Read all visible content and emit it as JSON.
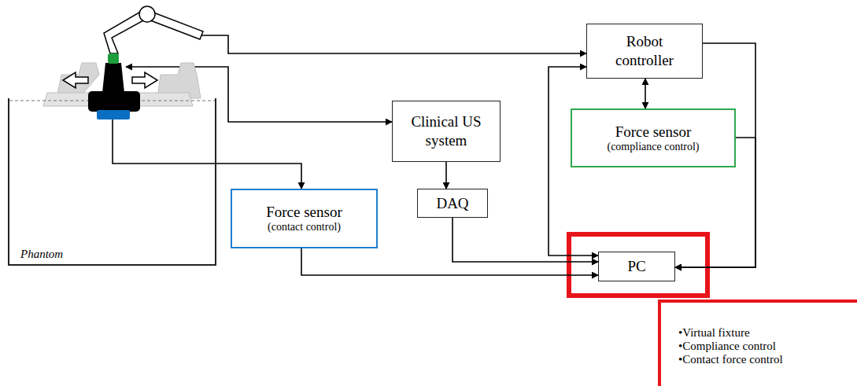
{
  "diagram": {
    "nodes": [
      {
        "text": [
          "Phantom"
        ]
      },
      {
        "text": [
          "Robot controller"
        ]
      },
      {
        "text": [
          "Force sensor",
          "(compliance control)"
        ]
      },
      {
        "text": [
          "Clinical US system"
        ]
      },
      {
        "text": [
          "Force sensor",
          "(contact control)"
        ]
      },
      {
        "text": [
          "DAQ"
        ]
      },
      {
        "text": [
          "PC"
        ]
      },
      {
        "text": [
          "•Virtual fixture",
          "•Compliance control",
          "•Contact force control"
        ]
      }
    ],
    "edges": [
      {
        "from": 0,
        "to": 1,
        "arrow": "to"
      },
      {
        "from": 0,
        "to": 3,
        "arrow": "both"
      },
      {
        "from": 0,
        "to": 4,
        "arrow": "to"
      },
      {
        "from": 1,
        "to": 2,
        "arrow": "both"
      },
      {
        "from": 3,
        "to": 5,
        "arrow": "to"
      },
      {
        "from": 5,
        "to": 6,
        "arrow": "to"
      },
      {
        "from": 4,
        "to": 6,
        "arrow": "to"
      },
      {
        "from": 6,
        "to": 1,
        "arrow": "both"
      },
      {
        "from": 1,
        "to": 6,
        "arrow": "to"
      },
      {
        "from": 2,
        "to": 6,
        "arrow": "to"
      }
    ]
  }
}
